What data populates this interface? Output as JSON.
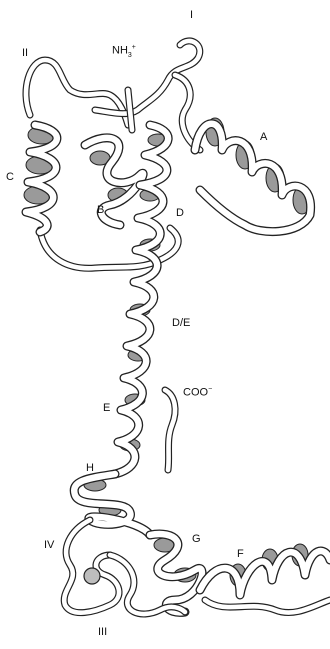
{
  "labels": {
    "site_I": "I",
    "site_II": "II",
    "site_III": "III",
    "site_IV": "IV",
    "nh3": "NH",
    "nh3_sub": "3",
    "nh3_sup": "+",
    "coo": "COO",
    "coo_sup": "−",
    "helix_A": "A",
    "helix_B": "B",
    "helix_C": "C",
    "helix_D": "D",
    "helix_DE": "D/E",
    "helix_E": "E",
    "helix_F": "F",
    "helix_G": "G",
    "helix_H": "H"
  }
}
